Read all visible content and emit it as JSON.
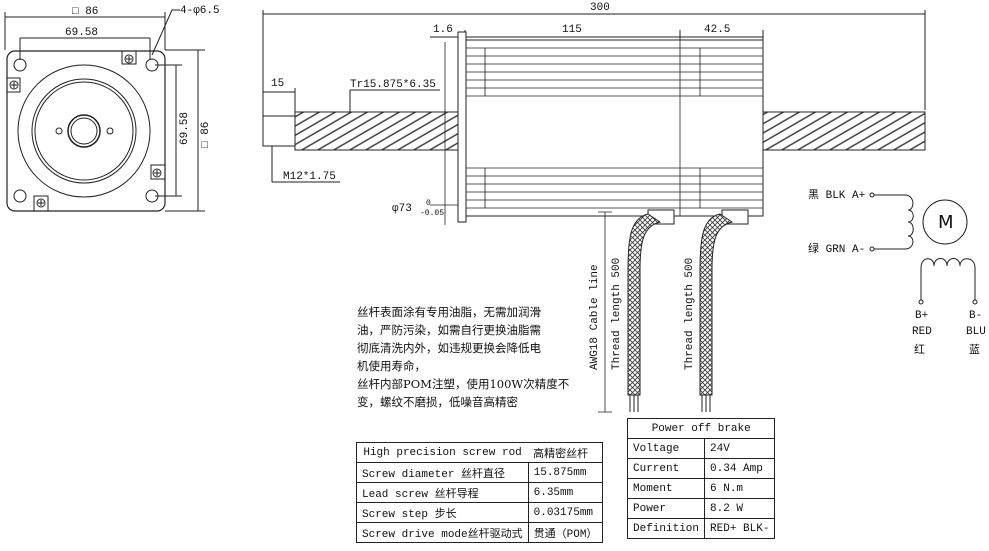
{
  "front_view": {
    "square_top": "□ 86",
    "hole_spacing_top": "69.58",
    "holes": "4-φ6.5",
    "hole_spacing_side": "69.58",
    "square_side": "□ 86"
  },
  "side_view": {
    "total_length": "300",
    "flange_thickness": "1.6",
    "body_length": "115",
    "brake_length": "42.5",
    "nut_length": "15",
    "screw_spec": "Tr15.875*6.35",
    "thread_spec": "M12*1.75",
    "pilot_dia": "φ73",
    "pilot_tol_upper": "0",
    "pilot_tol_lower": "-0.05",
    "cable_label": "AWG18 Cable line",
    "lead1": "Thread length 500",
    "lead2": "Thread length 500"
  },
  "wiring": {
    "a_plus": "黑 BLK A+",
    "a_minus": "绿 GRN A-",
    "motor": "M",
    "b_plus": "B+",
    "b_plus_color": "RED",
    "b_plus_cn": "红",
    "b_minus": "B-",
    "b_minus_color": "BLU",
    "b_minus_cn": "蓝"
  },
  "notes": [
    "丝杆表面涂有专用油脂，无需加润滑",
    "油，严防污染，如需自行更换油脂需",
    "彻底清洗内外，如违规更换会降低电",
    "机使用寿命，",
    "丝杆内部POM注塑，使用100W次精度不",
    "变，螺纹不磨损，低噪音高精密"
  ],
  "screw_table": {
    "header": [
      "High precision screw rod",
      "高精密丝杆"
    ],
    "rows": [
      [
        "Screw diameter 丝杆直径",
        "15.875mm"
      ],
      [
        "Lead screw 丝杆导程",
        "6.35mm"
      ],
      [
        "Screw step 步长",
        "0.03175mm"
      ],
      [
        "Screw drive mode丝杆驱动式",
        "贯通（POM）"
      ]
    ]
  },
  "brake_table": {
    "header": "Power off brake",
    "rows": [
      [
        "Voltage",
        "24V"
      ],
      [
        "Current",
        "0.34 Amp"
      ],
      [
        "Moment",
        "6 N.m"
      ],
      [
        "Power",
        "8.2 W"
      ],
      [
        "Definition",
        "RED+ BLK-"
      ]
    ]
  }
}
